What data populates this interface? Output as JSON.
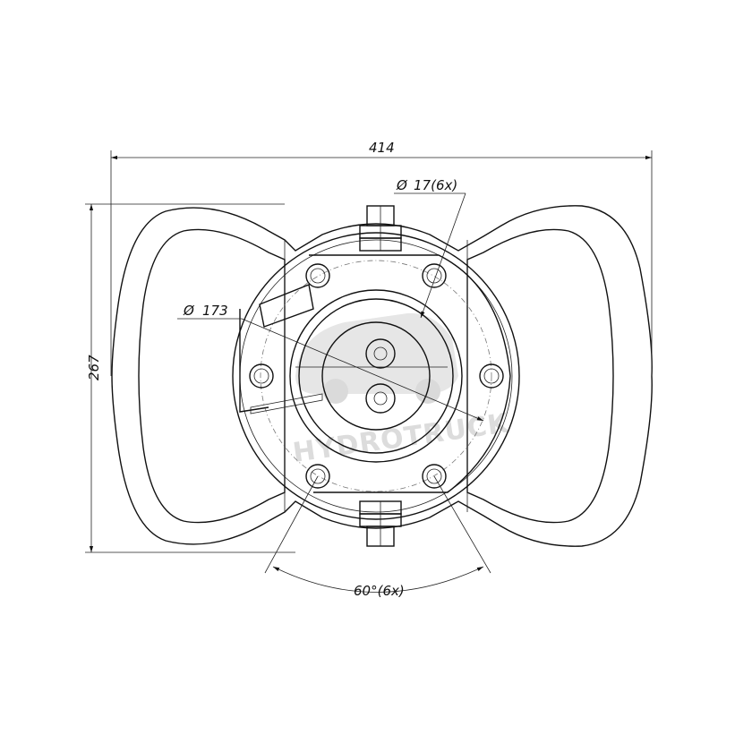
{
  "dimensions": {
    "overall_width": "414",
    "overall_height": "267",
    "hole_diameter": "17(6x)",
    "bolt_circle_diameter": "173",
    "angular_spacing": "60°(6x)",
    "diameter_symbol": "Ø"
  },
  "watermark": {
    "brand": "HYDROTRUCK"
  }
}
